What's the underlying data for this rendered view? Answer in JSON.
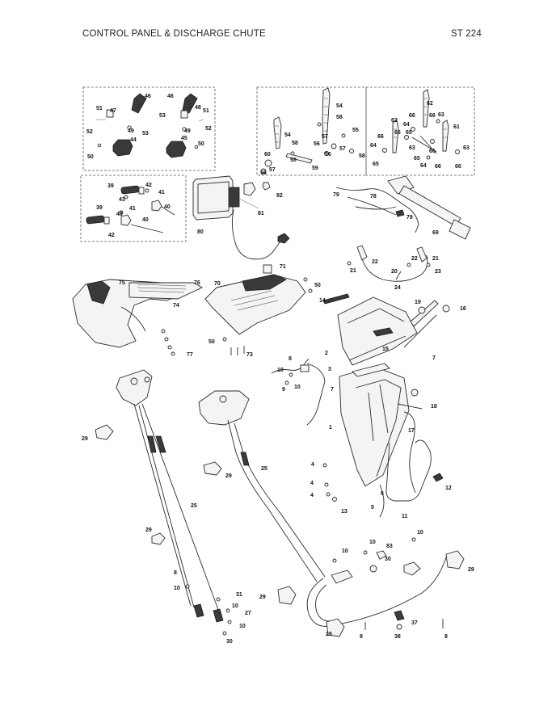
{
  "header": {
    "title": "CONTROL PANEL & DISCHARGE CHUTE",
    "code": "ST 224"
  },
  "labels": {
    "l46a": "46",
    "l46b": "46",
    "l51a": "51",
    "l47": "47",
    "l52a": "52",
    "l49a": "49",
    "l53a": "53",
    "l53b": "53",
    "l48": "48",
    "l51b": "51",
    "l52b": "52",
    "l49b": "49",
    "l44": "44",
    "l45": "45",
    "l50a": "50",
    "l50b": "50",
    "l54a": "54",
    "l58a": "58",
    "l54b": "54",
    "l58b": "58",
    "l55": "55",
    "l57a": "57",
    "l56a": "56",
    "l57b": "57",
    "l56b": "56",
    "l60": "60",
    "l58c": "58",
    "l59": "59",
    "l56c": "56",
    "l57c": "57",
    "l58d": "58",
    "l62a": "62",
    "l62b": "62",
    "l66a": "66",
    "l66b": "66",
    "l63a": "63",
    "l64a": "64",
    "l66c": "66",
    "l65a": "65",
    "l61": "61",
    "l66d": "66",
    "l63b": "63",
    "l64b": "64",
    "l65b": "65",
    "l66e": "66",
    "l63c": "63",
    "l65c": "65",
    "l64c": "64",
    "l66f": "66",
    "l66g": "66",
    "l39a": "39",
    "l42a": "42",
    "l43a": "43",
    "l41a": "41",
    "l40a": "40",
    "l39b": "39",
    "l43b": "43",
    "l41b": "41",
    "l40b": "40",
    "l42b": "42",
    "l80": "80",
    "l81": "81",
    "l82": "82",
    "l79a": "79",
    "l78": "78",
    "l79b": "79",
    "l69": "69",
    "l22a": "22",
    "l21a": "21",
    "l20": "20",
    "l24": "24",
    "l22b": "22",
    "l21b": "21",
    "l23": "23",
    "l71": "71",
    "l75": "75",
    "l76": "76",
    "l74": "74",
    "l77": "77",
    "l70": "70",
    "l50c": "50",
    "l50d": "50",
    "l73": "73",
    "l14": "14",
    "l19": "19",
    "l16": "16",
    "l2": "2",
    "l15": "15",
    "l7a": "7",
    "l8a": "8",
    "l10a": "10",
    "l3": "3",
    "l9": "9",
    "l10b": "10",
    "l7b": "7",
    "l18": "18",
    "l1": "1",
    "l17": "17",
    "l4a": "4",
    "l4b": "4",
    "l4c": "4",
    "l12": "12",
    "l13": "13",
    "l5": "5",
    "l6": "6",
    "l11": "11",
    "l29a": "29",
    "l25a": "25",
    "l25b": "25",
    "l29b": "29",
    "l29c": "29",
    "l8b": "8",
    "l10c": "10",
    "l31": "31",
    "l10d": "10",
    "l27": "27",
    "l10e": "10",
    "l30a": "30",
    "l10f": "10",
    "l83": "83",
    "l10g": "10",
    "l30b": "30",
    "l10h": "10",
    "l29d": "29",
    "l29e": "29",
    "l29f": "29",
    "l8c": "8",
    "l37": "37",
    "l38": "38",
    "l8d": "8"
  }
}
